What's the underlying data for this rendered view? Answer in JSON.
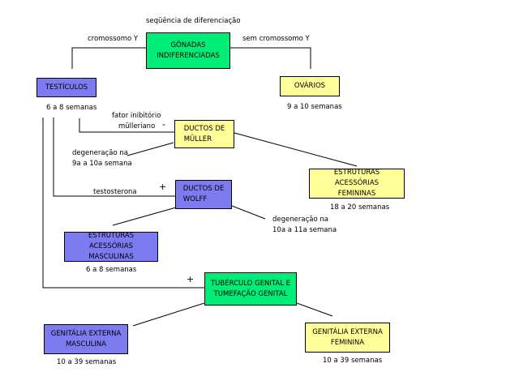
{
  "title": "seqüência de diferenciação",
  "labels": {
    "cromossomo_y": "cromossomo Y",
    "sem_cromossomo_y": "sem cromossomo Y",
    "fator_line1": "fator inibitório",
    "fator_line2": "mülleriano",
    "minus": "-",
    "degen_muller_1": "degeneração na",
    "degen_muller_2": "9a a 10a semana",
    "testosterona": "testosterona",
    "plus": "+",
    "degen_wolff_1": "degeneração na",
    "degen_wolff_2": "10a a 11a semana"
  },
  "nodes": {
    "gonadas": {
      "line1": "GÔNADAS",
      "line2": "INDIFERENCIADAS"
    },
    "testiculos": {
      "label": "TESTÍCULOS",
      "weeks": "6 a 8 semanas"
    },
    "ovarios": {
      "label": "OVÁRIOS",
      "weeks": "9 a 10 semanas"
    },
    "muller": {
      "line1": "DUCTOS DE",
      "line2": "MÜLLER"
    },
    "wolff": {
      "line1": "DUCTOS DE",
      "line2": "WOLFF"
    },
    "est_fem": {
      "line1": "ESTRUTURAS ACESSÓRIAS",
      "line2": "FEMININAS",
      "weeks": "18 a 20 semanas"
    },
    "est_masc": {
      "line1": "ESTRUTURAS ACESSÓRIAS",
      "line2": "MASCULINAS",
      "weeks": "6 a 8 semanas"
    },
    "tuberculo": {
      "line1": "TUBÉRCULO GENITAL E",
      "line2": "TUMEFAÇÃO GENITAL"
    },
    "gen_masc": {
      "line1": "GENITÁLIA EXTERNA",
      "line2": "MASCULINA",
      "weeks": "10 a 39 semanas"
    },
    "gen_fem": {
      "line1": "GENITÁLIA EXTERNA",
      "line2": "FEMININA",
      "weeks": "10 a 39 semanas"
    }
  },
  "colors": {
    "green": "#00ee77",
    "blue": "#7c7cf0",
    "yellow": "#ffff99"
  }
}
